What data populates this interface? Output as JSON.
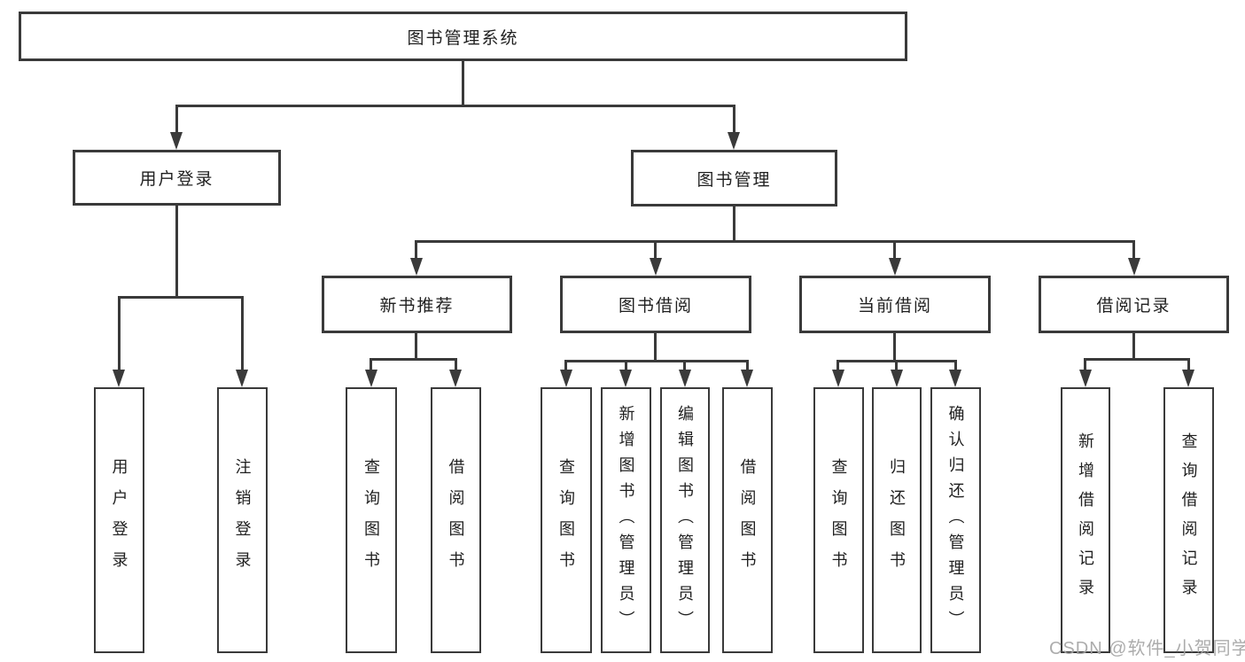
{
  "diagram_title": "图书管理系统",
  "root": {
    "label": "图书管理系统"
  },
  "level2": [
    {
      "label": "用户登录"
    },
    {
      "label": "图书管理"
    }
  ],
  "level3": [
    {
      "label": "新书推荐",
      "parent": "图书管理"
    },
    {
      "label": "图书借阅",
      "parent": "图书管理"
    },
    {
      "label": "当前借阅",
      "parent": "图书管理"
    },
    {
      "label": "借阅记录",
      "parent": "图书管理"
    }
  ],
  "leaves": [
    {
      "label": "用户登录",
      "parent": "用户登录"
    },
    {
      "label": "注销登录",
      "parent": "用户登录"
    },
    {
      "label": "查询图书",
      "parent": "新书推荐"
    },
    {
      "label": "借阅图书",
      "parent": "新书推荐"
    },
    {
      "label": "查询图书",
      "parent": "图书借阅"
    },
    {
      "label": "新增图书（管理员）",
      "parent": "图书借阅"
    },
    {
      "label": "编辑图书（管理员）",
      "parent": "图书借阅"
    },
    {
      "label": "借阅图书",
      "parent": "图书借阅"
    },
    {
      "label": "查询图书",
      "parent": "当前借阅"
    },
    {
      "label": "归还图书",
      "parent": "当前借阅"
    },
    {
      "label": "确认归还（管理员）",
      "parent": "当前借阅"
    },
    {
      "label": "新增借阅记录",
      "parent": "借阅记录"
    },
    {
      "label": "查询借阅记录",
      "parent": "借阅记录"
    }
  ],
  "watermark": {
    "text": "CSDN @软件_小贺同学"
  },
  "colors": {
    "line": "#3a3a3a",
    "text": "#1f1f1f",
    "watermark": "#a6a6a6",
    "background": "#ffffff"
  }
}
